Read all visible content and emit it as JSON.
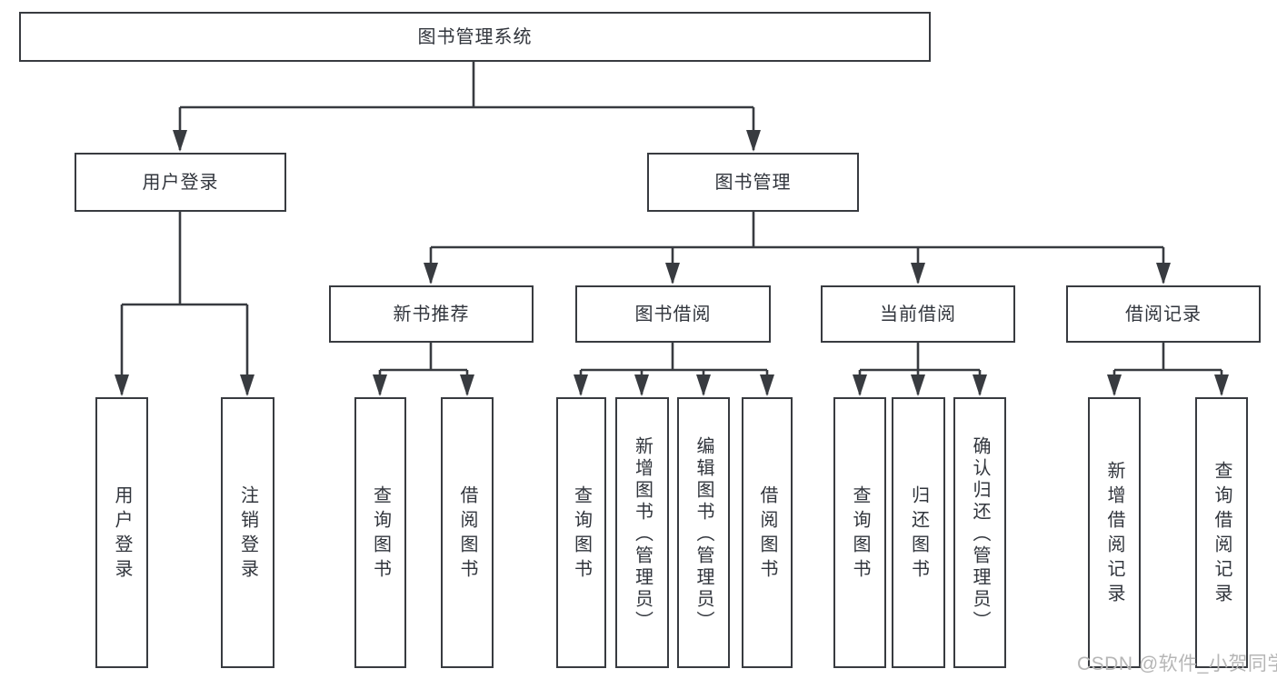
{
  "diagram": {
    "root": "图书管理系统",
    "level2": {
      "user_login": "用户登录",
      "book_mgmt": "图书管理"
    },
    "level3": {
      "new_books": "新书推荐",
      "book_borrow": "图书借阅",
      "current_borrow": "当前借阅",
      "borrow_records": "借阅记录"
    },
    "leaves": {
      "user_login": "用户登录",
      "logout": "注销登录",
      "nb_query": "查询图书",
      "nb_borrow": "借阅图书",
      "bb_query": "查询图书",
      "bb_add": "新增图书（管理员）",
      "bb_edit": "编辑图书（管理员）",
      "bb_borrow": "借阅图书",
      "cb_query": "查询图书",
      "cb_return": "归还图书",
      "cb_confirm": "确认归还（管理员）",
      "br_add": "新增借阅记录",
      "br_query": "查询借阅记录"
    }
  },
  "watermark": "CSDN @软件_小贺同学",
  "colors": {
    "line": "#383b40",
    "text": "#31353c",
    "watermark": "#b6b6b6",
    "background": "#ffffff"
  }
}
